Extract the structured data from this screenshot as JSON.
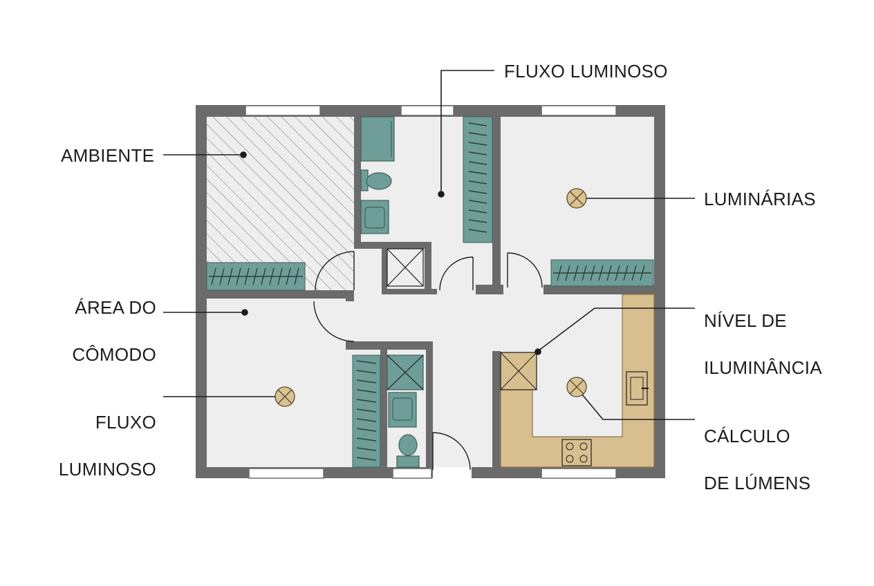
{
  "labels": {
    "fluxo_top": "FLUXO LUMINOSO",
    "ambiente": "AMBIENTE",
    "luminarias": "LUMINÁRIAS",
    "area_line1": "ÁREA DO",
    "area_line2": "CÔMODO",
    "nivel_line1": "NÍVEL DE",
    "nivel_line2": "ILUMINÂNCIA",
    "fluxo_left_line1": "FLUXO",
    "fluxo_left_line2": "LUMINOSO",
    "calculo_line1": "CÁLCULO",
    "calculo_line2": "DE LÚMENS"
  },
  "colors": {
    "wall": "#6b6b6b",
    "floor": "#eeeeee",
    "teal": "#6f9d97",
    "kitchen": "#d8bf8f",
    "fixture": "#d9c294",
    "line": "#1c1c1c"
  }
}
